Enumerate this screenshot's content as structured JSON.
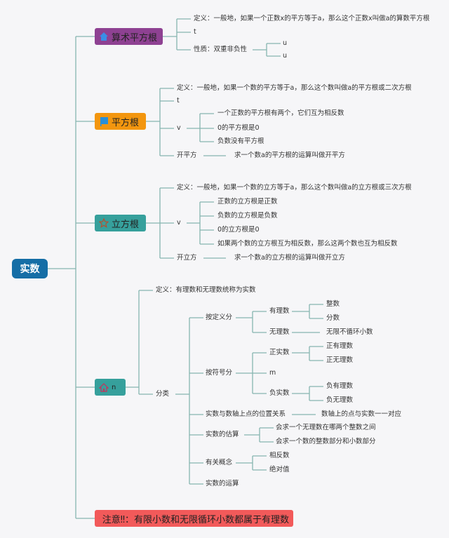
{
  "root": "实数",
  "colors": {
    "line": "#86b5b0",
    "arith": "#8e4192",
    "sqrt": "#f3960f",
    "cbrt": "#36a09c",
    "real": "#36a09c",
    "note": "#f25a5a"
  },
  "arith": {
    "label": "算术平方根",
    "icon": "home-icon",
    "def": "定义：一般地，如果一个正数x的平方等于a，那么这个正数x叫做a的算数平方根",
    "t": "t",
    "prop": "性质：双重非负性",
    "prop_children": [
      "u",
      "u"
    ]
  },
  "sqrt": {
    "label": "平方根",
    "icon": "flag-icon",
    "def": "定义：一般地，如果一个数的平方等于a，那么这个数叫做a的平方根或二次方根",
    "t": "t",
    "v": "v",
    "v_children": [
      "一个正数的平方根有两个，它们互为相反数",
      "0的平方根是0",
      "负数没有平方根"
    ],
    "op": "开平方",
    "op_desc": "求一个数a的平方根的运算叫做开平方"
  },
  "cbrt": {
    "label": "立方根",
    "icon": "star-icon",
    "def": "定义：一般地，如果一个数的立方等于a，那么这个数叫做a的立方根或三次方根",
    "v": "v",
    "v_children": [
      "正数的立方根是正数",
      "负数的立方根是负数",
      "0的立方根是0",
      "如果两个数的立方根互为相反数，那么这两个数也互为相反数"
    ],
    "op": "开立方",
    "op_desc": "求一个数a的立方根的运算叫做开立方"
  },
  "real": {
    "label": "n",
    "icon": "home-outline-icon",
    "def": "定义：有理数和无理数统称为实数",
    "cls": "分类",
    "by_def": {
      "label": "按定义分",
      "rational": "有理数",
      "rational_children": [
        "整数",
        "分数"
      ],
      "irrational": "无理数",
      "irrational_desc": "无限不循环小数"
    },
    "by_sign": {
      "label": "按符号分",
      "pos": "正实数",
      "pos_children": [
        "正有理数",
        "正无理数"
      ],
      "m": "m",
      "neg": "负实数",
      "neg_children": [
        "负有理数",
        "负无理数"
      ]
    },
    "axis": {
      "label": "实数与数轴上点的位置关系",
      "desc": "数轴上的点与实数一一对应"
    },
    "estimate": {
      "label": "实数的估算",
      "children": [
        "会求一个无理数在哪两个整数之间",
        "会求一个数的整数部分和小数部分"
      ]
    },
    "concepts": {
      "label": "有关概念",
      "children": [
        "相反数",
        "绝对值"
      ]
    },
    "ops": "实数的运算"
  },
  "note": {
    "label": "注意‼：有限小数和无限循环小数都属于有理数",
    "icon": "flag-icon"
  }
}
